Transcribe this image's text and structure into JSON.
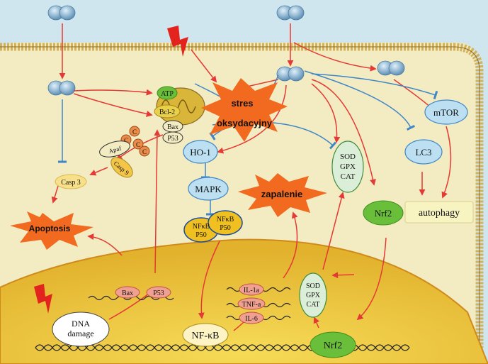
{
  "labels": {
    "stress": [
      "stres",
      "oksydacyjny"
    ],
    "inflammation": "zapalenie",
    "apoptosis": "Apoptosis",
    "autophagy": "autophagy",
    "mtor": "mTOR",
    "lc3": "LC3",
    "ho1": "HO-1",
    "mapk": "MAPK",
    "nrf2": "Nrf2",
    "nrf2_nucleus": "Nrf2",
    "sod_gpx_cat": [
      "SOD",
      "GPX",
      "CAT"
    ],
    "sod_gpx_cat_nucleus": [
      "SOD",
      "GPX",
      "CAT"
    ],
    "atp": "ATP",
    "bcl2": "Bcl-2",
    "bax_p53": [
      "Bax",
      "P53"
    ],
    "casp3": "Casp 3",
    "casp9": "Casp 9",
    "apaf": "Apaf",
    "dna_damage": [
      "DNA",
      "damage"
    ],
    "nfkb": "NF-κB",
    "nfkb_p50": [
      "NFκB",
      "P50"
    ],
    "cytc": "C",
    "bax_gene": "Bax",
    "p53_gene": "P53",
    "il1a": "IL-1a",
    "tnfa": "TNF-a",
    "il6": "IL-6"
  },
  "colors": {
    "background": "#cfe6ee",
    "cytoplasm": "#f3ecc3",
    "nucleus": "#efcf4a",
    "membrane": "#d4b25a",
    "arrow_red": "#e53935",
    "inhibit_blue": "#3f86c6",
    "burst": "#f26a1f"
  },
  "icons": [
    "receptor-icon",
    "lightning-icon",
    "mitochondria-icon",
    "dna-icon"
  ]
}
